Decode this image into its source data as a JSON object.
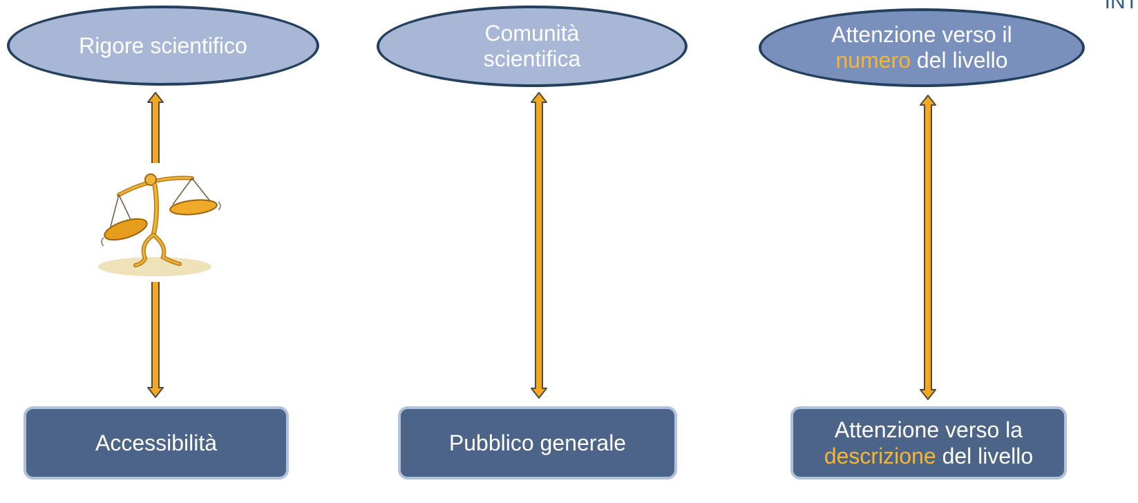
{
  "corner_label": "INT",
  "columns": [
    {
      "top": {
        "text": "Rigore scientifico"
      },
      "bottom": {
        "text": "Accessibilità"
      }
    },
    {
      "top": {
        "line1": "Comunità",
        "line2": "scientifica"
      },
      "bottom": {
        "text": "Pubblico generale"
      }
    },
    {
      "top": {
        "line1": "Attenzione verso il",
        "highlight": "numero",
        "rest": " del livello"
      },
      "bottom": {
        "line1": "Attenzione verso la",
        "highlight": "descrizione",
        "rest": " del livello"
      }
    }
  ],
  "colors": {
    "arrow_fill": "#f5a81d",
    "arrow_stroke": "#4b4a44",
    "highlight_text": "#f7b531"
  },
  "illustration": "balance-scale-character"
}
